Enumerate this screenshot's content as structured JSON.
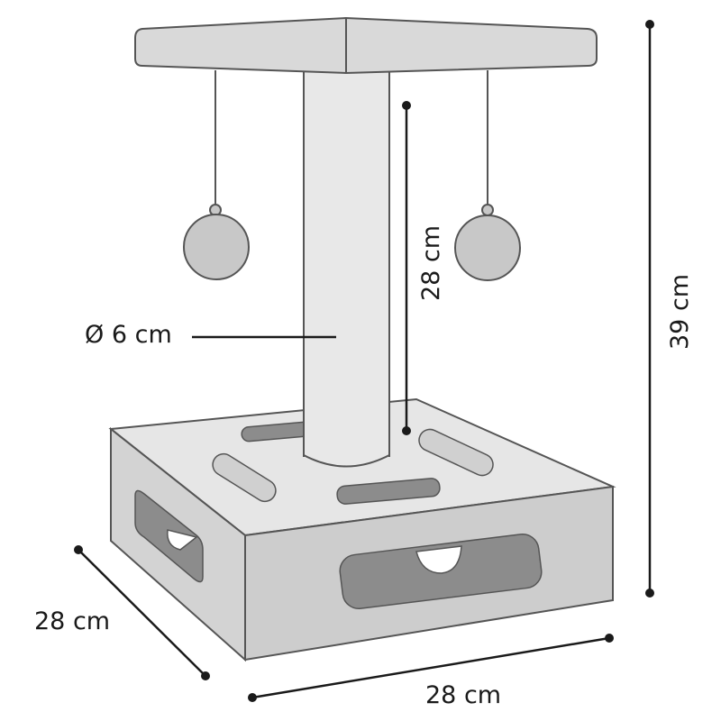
{
  "diagram": {
    "subject": "Cat scratching post with platform, hanging balls and play box base",
    "colors": {
      "outline": "#555555",
      "platform": "#d9d9d9",
      "post": "#e8e8e8",
      "ball": "#c8c8c8",
      "base_top": "#e6e6e6",
      "base_front": "#cdcdcd",
      "base_side": "#d3d3d3",
      "hole_dark": "#8c8c8c",
      "hole_light": "#d0d0d0",
      "dimension_line": "#1a1a1a"
    },
    "dimensions": {
      "post_diameter": "Ø 6 cm",
      "post_height": "28 cm",
      "total_height": "39 cm",
      "base_depth": "28 cm",
      "base_width": "28 cm"
    }
  }
}
